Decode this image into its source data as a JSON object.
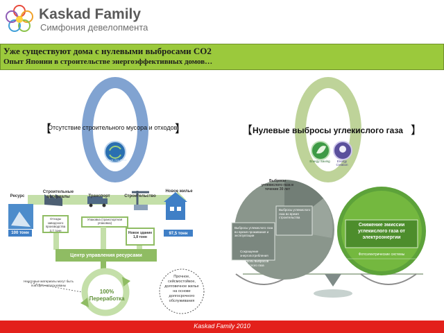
{
  "header": {
    "logo_title": "Kaskad Family",
    "logo_subtitle": "Симфония девелопмента",
    "logo_icon": "flower-logo-icon"
  },
  "banner": {
    "title": "Уже существуют дома с нулевыми выбросами CO2",
    "subtitle": "Опыт Японии в строительстве энергоэффективных домов…"
  },
  "left_panel": {
    "heading": "Отсутствие строительного мусора и отходов",
    "recycle_badge_label": "Recycle Zero Waste",
    "steps": [
      "Ресурс",
      "Строительные материалы",
      "Транспорт",
      "Строительство",
      "Новое жилье"
    ],
    "resource_amount": "100 тонн",
    "new_housing_amount": "97,5 тонн",
    "factory_waste": "Отходы заводского производства 3,7 тонн",
    "transport_note": "Упаковка (транспортная упаковка)",
    "construction_waste": "Новое здание 1,8 тонн",
    "center_label": "Центр управления ресурсами",
    "recycle_label": "100% Переработка",
    "reuse_note": "Некоторые материалы могут быть повторно использованы",
    "durable_note": "Прочное, сейсмостойкое, долговечное жилье на основе долгосрочного обслуживания"
  },
  "right_panel": {
    "heading": "Нулевые выбросы углекислого газа",
    "badge_saving": "Energy Saving",
    "badge_creation": "Energy Creation",
    "pie_title": "Выбросы углекислого газа в течение 30 лет",
    "pie_slice_1": "Выбросы углекислого газа во время строительства",
    "pie_slice_2": "Выбросы углекислого газа во время проживания и эксплуатации",
    "pie_slice_3": "Сокращение энергопотребления",
    "pie_slice_4": "Контроль выбросов углекислого газа",
    "green_circle_title": "Снижение эмиссии углекислого газа от электроэнергии",
    "green_circle_sub": "Фотоэлектрические системы"
  },
  "footer": {
    "text": "Kaskad Family 2010"
  },
  "colors": {
    "banner": "#9bc93c",
    "footer": "#e3201b",
    "zero_left": "#6b93c9",
    "zero_right": "#b7ce8e",
    "flow_green": "#8fbc63",
    "house_blue": "#3f7fc6"
  }
}
